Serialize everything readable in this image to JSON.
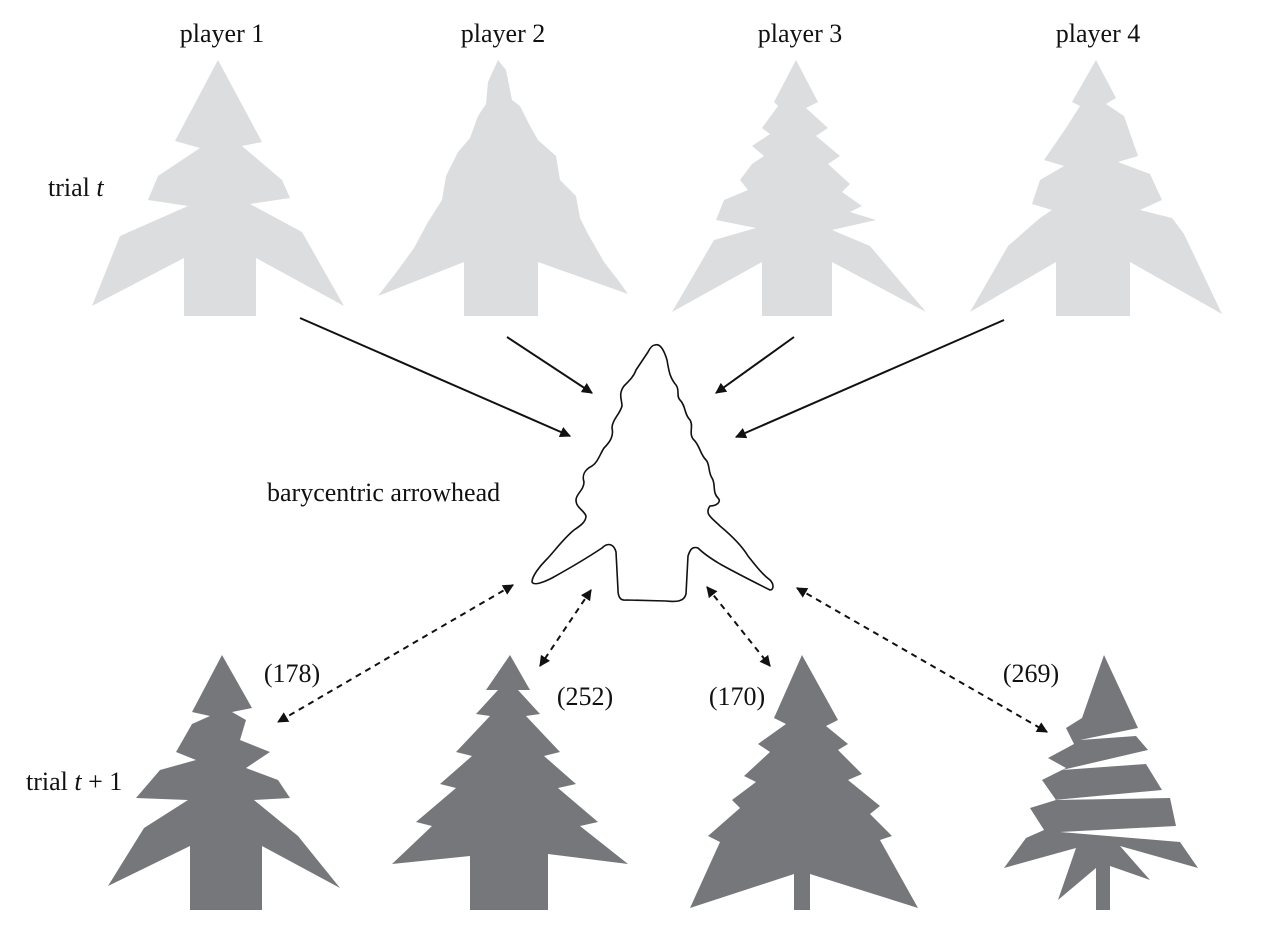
{
  "players": [
    {
      "label": "player 1"
    },
    {
      "label": "player 2"
    },
    {
      "label": "player 3"
    },
    {
      "label": "player 4"
    }
  ],
  "row_labels": {
    "trial_t_prefix": "trial ",
    "trial_t_var": "t",
    "trial_t1_prefix": "trial ",
    "trial_t1_var": "t",
    "trial_t1_suffix": " + 1"
  },
  "center_label": "barycentric arrowhead",
  "distances": [
    "(178)",
    "(252)",
    "(170)",
    "(269)"
  ],
  "colors": {
    "trial_t_fill": "#dcdddf",
    "trial_t1_fill": "#76777b",
    "outline": "#111111",
    "arrow": "#111111"
  }
}
